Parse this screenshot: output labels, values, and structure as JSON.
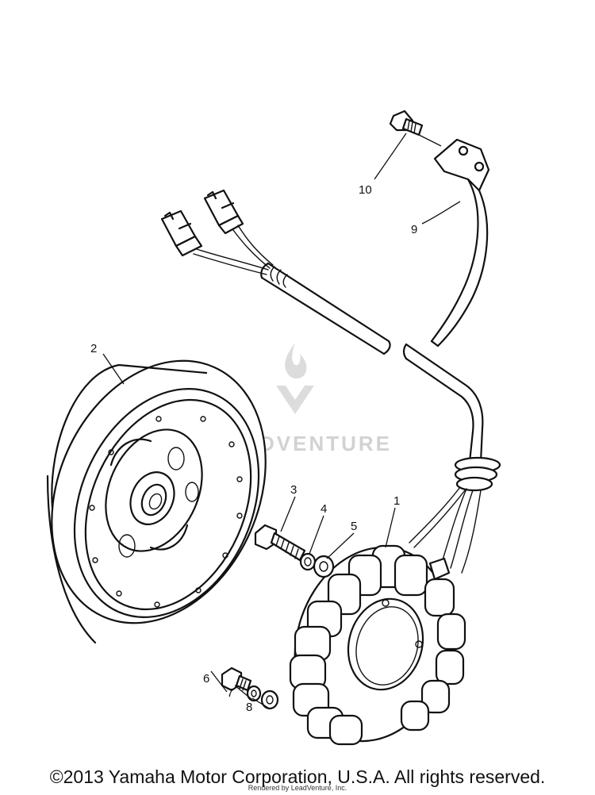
{
  "callouts": [
    "1",
    "2",
    "3",
    "4",
    "5",
    "6",
    "7",
    "8",
    "9",
    "10"
  ],
  "watermark": {
    "text": "LEADVENTURE"
  },
  "footer": {
    "copyright": "©2013 Yamaha Motor Corporation, U.S.A. All rights reserved.",
    "rendered_by": "Rendered by LeadVenture, Inc."
  }
}
